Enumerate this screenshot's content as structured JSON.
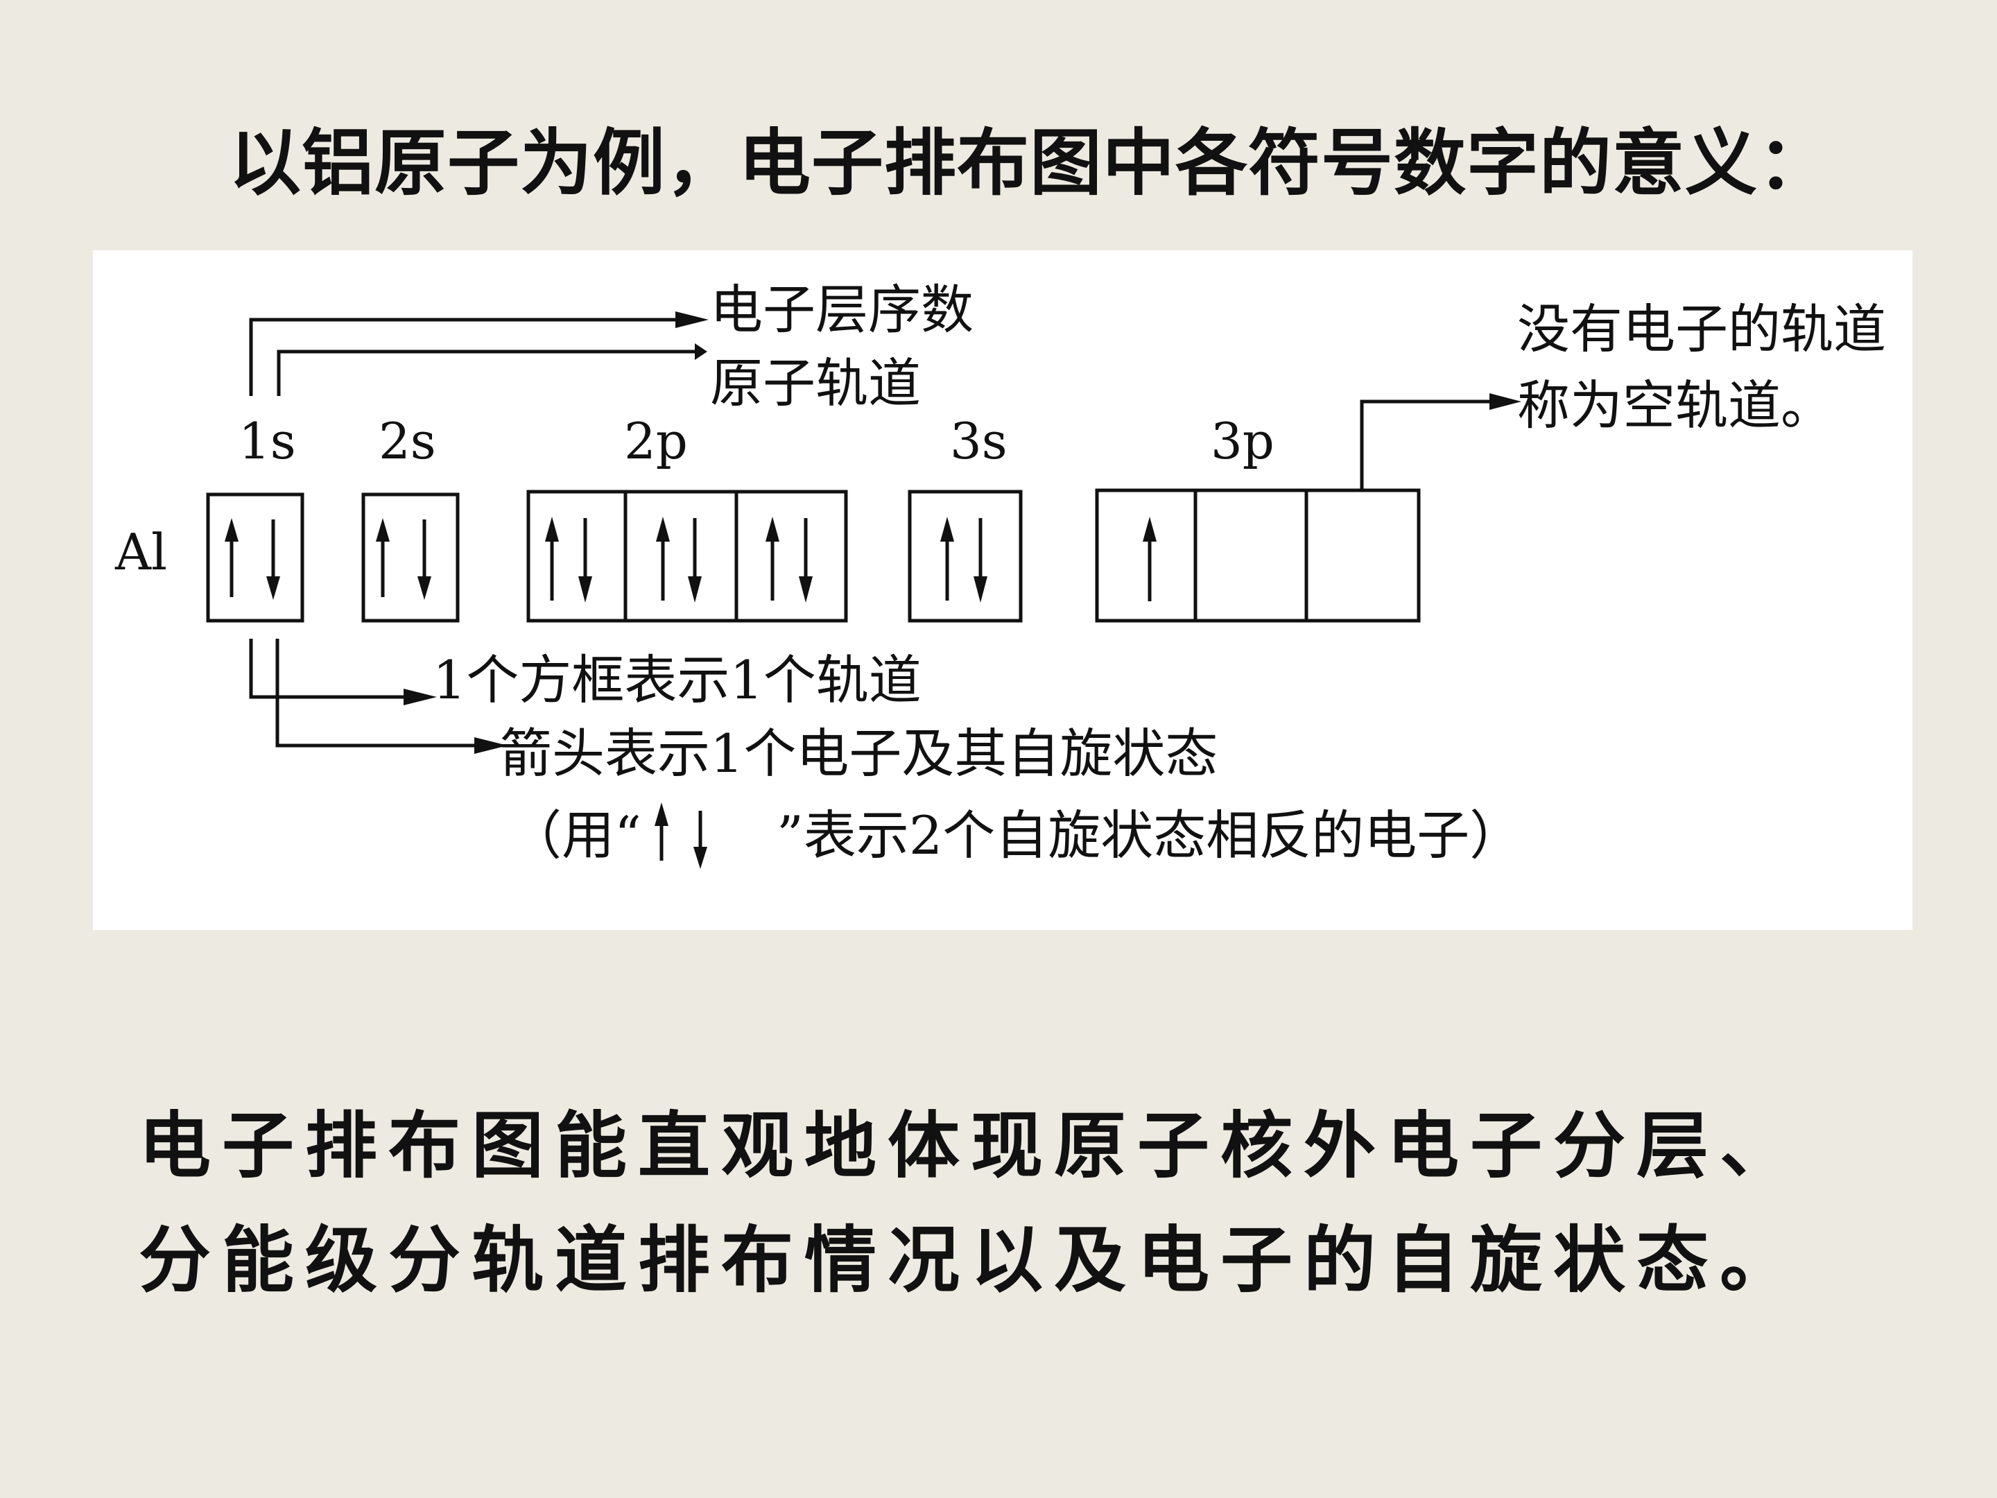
{
  "title": "以铝原子为例，电子排布图中各符号数字的意义：",
  "diagram": {
    "element_symbol": "Al",
    "orbitals": [
      {
        "label": "1s",
        "boxes": [
          "updown"
        ]
      },
      {
        "label": "2s",
        "boxes": [
          "updown"
        ]
      },
      {
        "label": "2p",
        "boxes": [
          "updown",
          "updown",
          "updown"
        ]
      },
      {
        "label": "3s",
        "boxes": [
          "updown"
        ]
      },
      {
        "label": "3p",
        "boxes": [
          "up",
          "empty",
          "empty"
        ]
      }
    ],
    "annotations": {
      "shell_number": "电子层序数",
      "orbital_type": "原子轨道",
      "empty_orbital_line1": "没有电子的轨道",
      "empty_orbital_line2": "称为空轨道。",
      "box_meaning": "1个方框表示1个轨道",
      "arrow_meaning": "箭头表示1个电子及其自旋状态",
      "pair_note_prefix": "（用“",
      "pair_note_suffix": "”表示2个自旋状态相反的电子）"
    }
  },
  "summary": {
    "line1": "电子排布图能直观地体现原子核外电子分层、",
    "line2": "分能级分轨道排布情况以及电子的自旋状态。"
  }
}
